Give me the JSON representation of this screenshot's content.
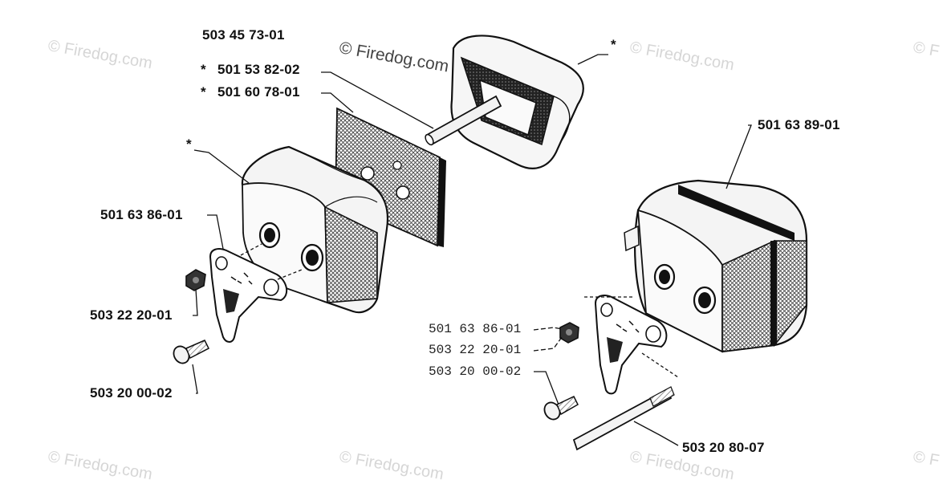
{
  "watermark": {
    "text": "© Firedog.com",
    "text_short": "© Firedog.com",
    "text_edge": "© F"
  },
  "labels": {
    "assembly_number": "503 45 73-01",
    "left_filter_star": "*",
    "left_filter_number": "501 53 82-02",
    "left_pad_star": "*",
    "left_pad_number": "501 60 78-01",
    "left_cover_star": "*",
    "left_bracket": "501 63 86-01",
    "left_nut": "503 22 20-01",
    "left_screw": "503 20 00-02",
    "top_cover_star": "*",
    "right_muffler": "501 63 89-01",
    "right_bracket": "501 63 86-01",
    "right_nut": "503 22 20-01",
    "right_screw": "503 20 00-02",
    "right_rod": "503 20 80-07"
  },
  "colors": {
    "line": "#111111",
    "fill": "#f4f4f4",
    "dark_fill": "#2a2a2a",
    "watermark": "#d6d6d6"
  }
}
